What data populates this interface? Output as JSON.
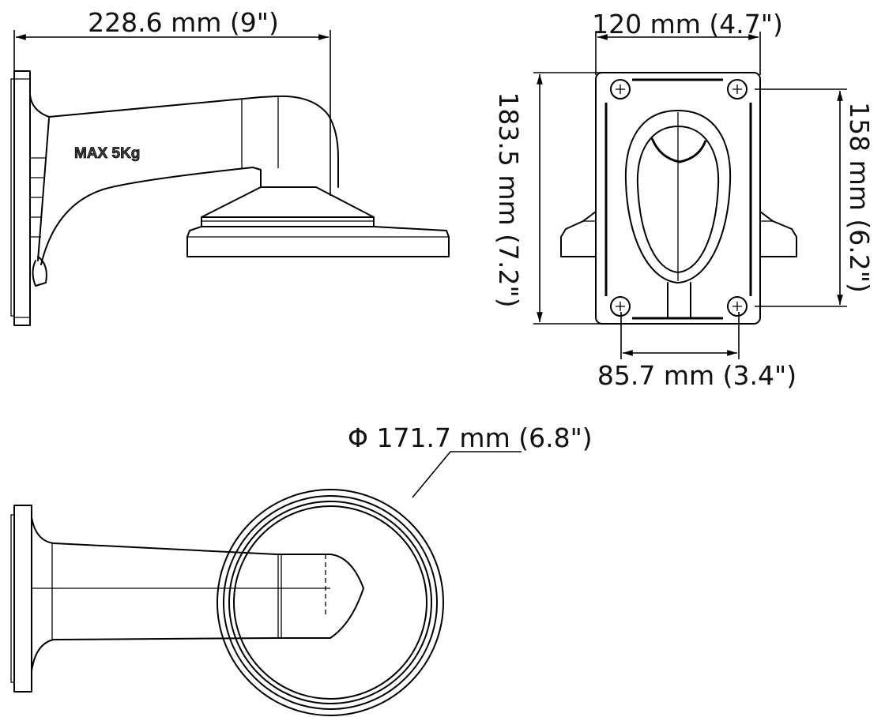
{
  "side_view": {
    "width_label": "228.6 mm (9\")",
    "load_marking": "MAX 5Kg"
  },
  "front_view": {
    "width_label": "120 mm (4.7\")",
    "height_label": "183.5 mm (7.2\")",
    "hole_vertical_label": "158 mm (6.2\")",
    "hole_horizontal_label": "85.7 mm (3.4\")"
  },
  "top_view": {
    "diameter_label": "Φ 171.7 mm (6.8\")"
  }
}
